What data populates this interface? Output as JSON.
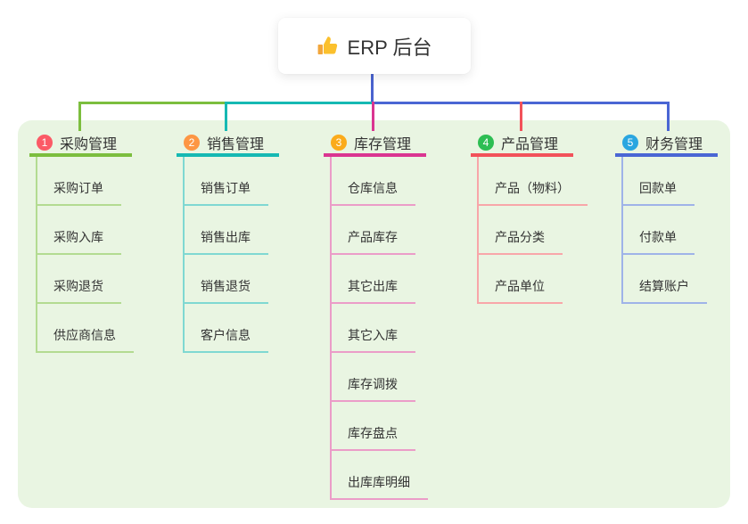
{
  "root": {
    "icon": "thumbs-up-icon",
    "title": "ERP 后台"
  },
  "colors": {
    "page_bg": "#ffffff",
    "panel_bg": "#e9f5e2",
    "root_node_bg": "#ffffff",
    "root_line_color": "#4a63cf",
    "text_color": "#333333",
    "badge_text_color": "#ffffff",
    "thumb_icon_color": "#fbc02d"
  },
  "branches": [
    {
      "index": "1",
      "label": "采购管理",
      "badge_color": "#fb5a66",
      "line_color": "#7cbe3e",
      "child_line_color": "#b3db91",
      "children": [
        "采购订单",
        "采购入库",
        "采购退货",
        "供应商信息"
      ]
    },
    {
      "index": "2",
      "label": "销售管理",
      "badge_color": "#fd9644",
      "line_color": "#16b9b3",
      "child_line_color": "#7fd8d2",
      "children": [
        "销售订单",
        "销售出库",
        "销售退货",
        "客户信息"
      ]
    },
    {
      "index": "3",
      "label": "库存管理",
      "badge_color": "#fbab1b",
      "line_color": "#da3591",
      "child_line_color": "#eb9cc8",
      "children": [
        "仓库信息",
        "产品库存",
        "其它出库",
        "其它入库",
        "库存调拨",
        "库存盘点",
        "出库库明细"
      ]
    },
    {
      "index": "4",
      "label": "产品管理",
      "badge_color": "#2dbe53",
      "line_color": "#f2525a",
      "child_line_color": "#f8a6a9",
      "children": [
        "产品（物料）",
        "产品分类",
        "产品单位"
      ]
    },
    {
      "index": "5",
      "label": "财务管理",
      "badge_color": "#2aa6e0",
      "line_color": "#4a66d4",
      "child_line_color": "#9fb3e8",
      "children": [
        "回款单",
        "付款单",
        "结算账户"
      ]
    }
  ]
}
